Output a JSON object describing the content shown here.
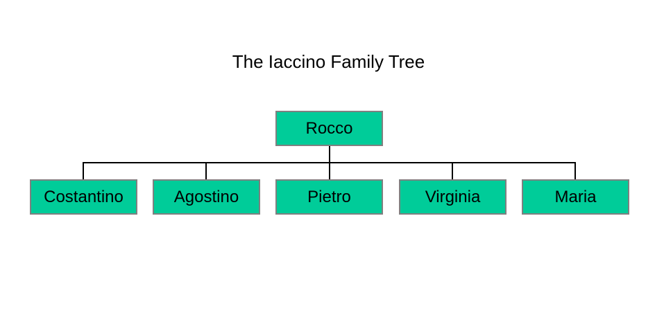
{
  "title": "The Iaccino Family Tree",
  "colors": {
    "node_fill": "#00cc99",
    "node_border": "#808080",
    "connector": "#000000"
  },
  "root": {
    "name": "Rocco"
  },
  "children": [
    {
      "name": "Costantino"
    },
    {
      "name": "Agostino"
    },
    {
      "name": "Pietro"
    },
    {
      "name": "Virginia"
    },
    {
      "name": "Maria"
    }
  ]
}
